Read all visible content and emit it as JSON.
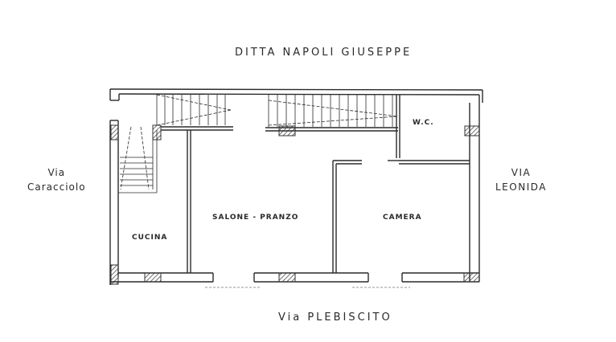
{
  "document": {
    "type": "floor plan",
    "title": "DITTA NAPOLI GIUSEPPE"
  },
  "streets": {
    "left": {
      "line1": "Via",
      "line2": "Caracciolo"
    },
    "right": {
      "line1": "VIA",
      "line2": "LEONIDA"
    },
    "bottom": "Via PLEBISCITO"
  },
  "rooms": [
    {
      "id": "wc",
      "label": "W.C."
    },
    {
      "id": "salone",
      "label": "SALONE - PRANZO"
    },
    {
      "id": "camera",
      "label": "CAMERA"
    },
    {
      "id": "cucina",
      "label": "CUCINA"
    }
  ],
  "colors": {
    "ink": "#2a2a2a",
    "paper": "#ffffff"
  }
}
